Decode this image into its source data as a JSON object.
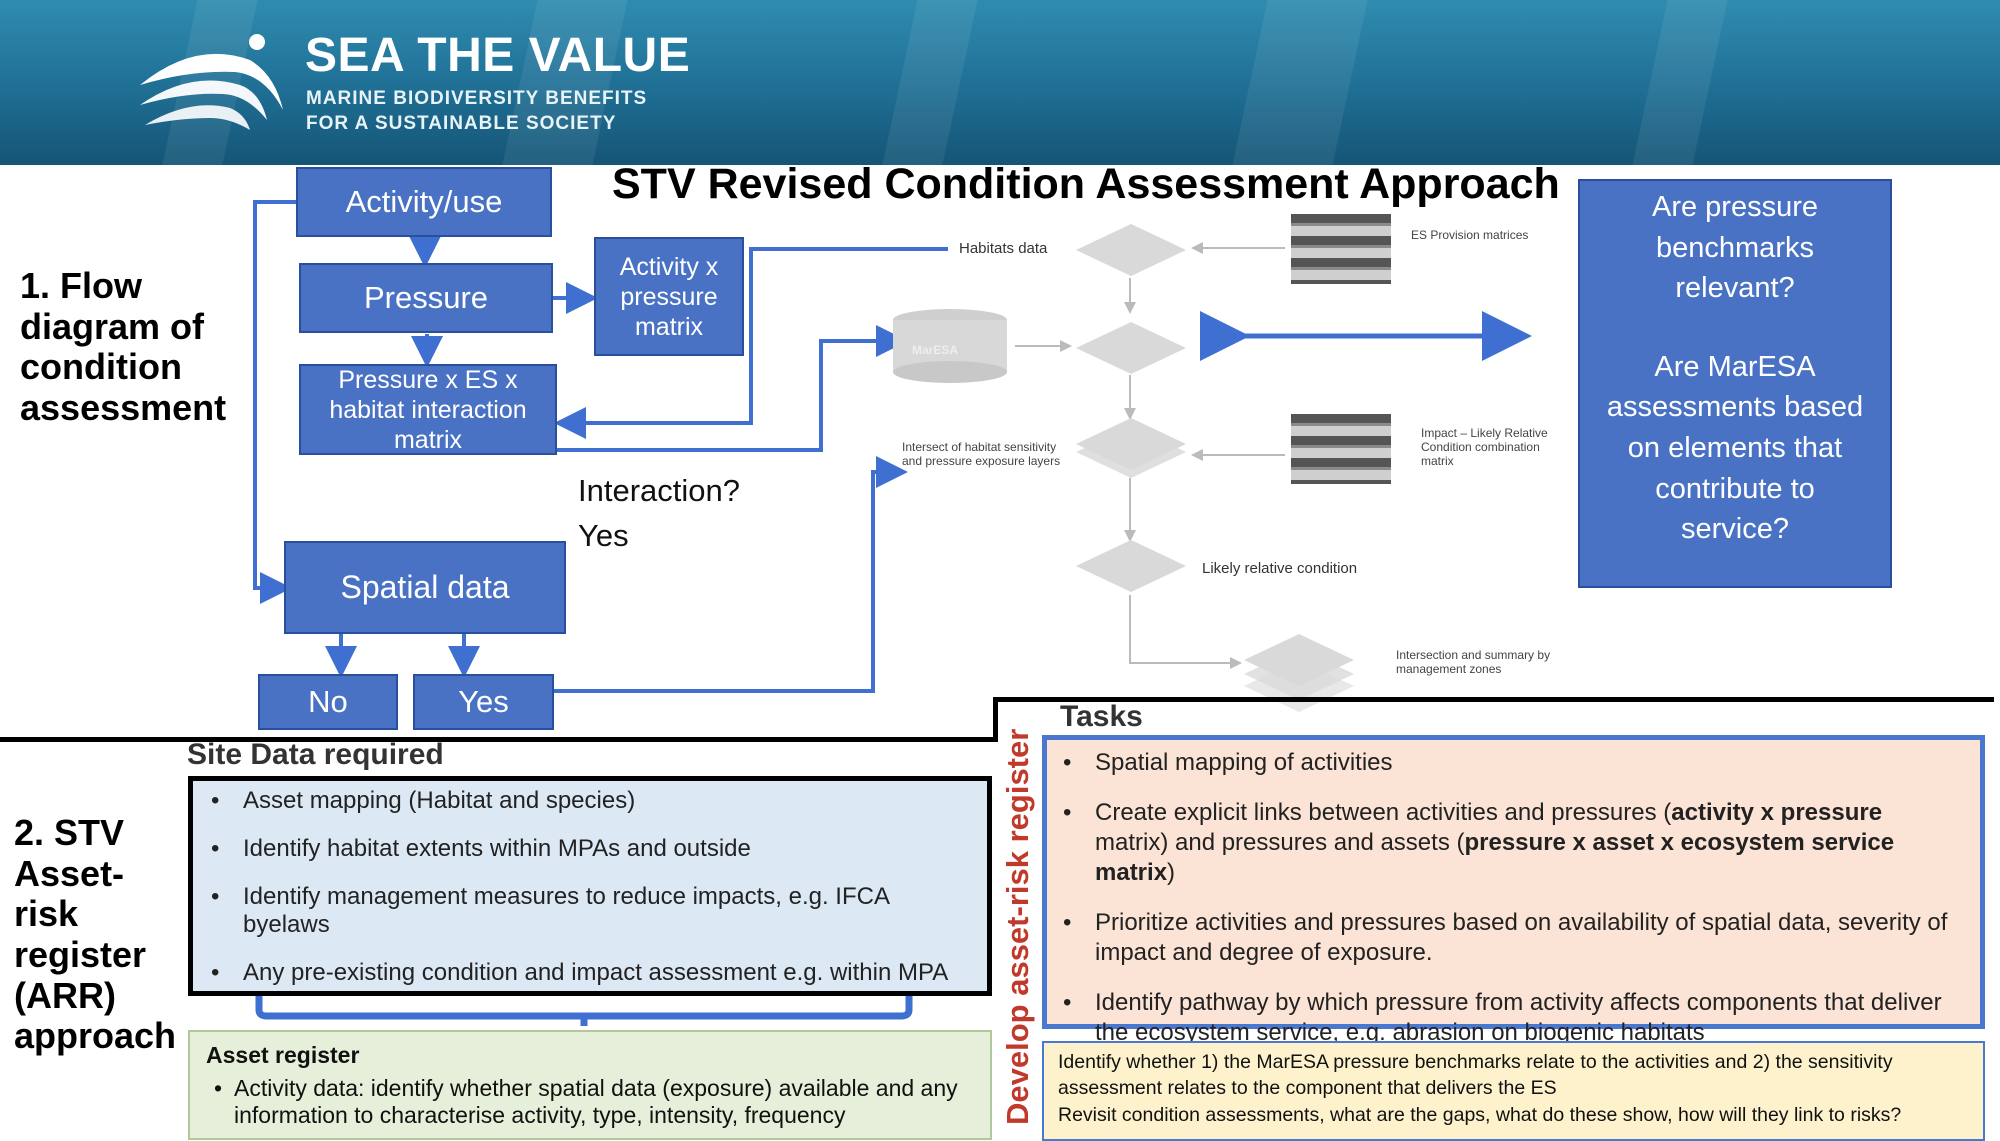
{
  "banner": {
    "brand_title": "SEA THE VALUE",
    "brand_sub1": "MARINE BIODIVERSITY BENEFITS",
    "brand_sub2": "FOR A SUSTAINABLE SOCIETY"
  },
  "title": "STV Revised Condition Assessment Approach",
  "section1_heading": "1. Flow diagram of condition assessment",
  "section2_heading": "2. STV Asset-risk register (ARR) approach",
  "flow": {
    "activity_use": "Activity/use",
    "pressure": "Pressure",
    "activity_pressure_matrix": "Activity x pressure matrix",
    "pressure_es_matrix": "Pressure x ES x habitat interaction matrix",
    "interaction_question": "Interaction?",
    "interaction_yes": "Yes",
    "spatial_data": "Spatial data",
    "no": "No",
    "yes": "Yes"
  },
  "schematic": {
    "habitats_data": "Habitats data",
    "maresa": "MarESA",
    "es_provision": "ES Provision matrices",
    "intersect_label": "Intersect of habitat sensitivity and pressure exposure layers",
    "impact_label": "Impact – Likely Relative Condition combination matrix",
    "likely_condition": "Likely relative condition",
    "intersection_summary": "Intersection and summary by management zones"
  },
  "questions": {
    "q1": "Are pressure benchmarks relevant?",
    "q2": "Are MarESA assessments based on elements that contribute to service?"
  },
  "vertical_label": "Develop asset-risk register",
  "site_data": {
    "title": "Site Data required",
    "items": [
      "Asset mapping (Habitat and species)",
      "Identify habitat extents within MPAs and outside",
      "Identify management measures to reduce impacts, e.g. IFCA byelaws",
      "Any pre-existing condition and impact assessment e.g. within MPA"
    ]
  },
  "asset_register": {
    "title": "Asset register",
    "item": "Activity data: identify whether spatial data (exposure) available and  any information to characterise activity, type, intensity, frequency"
  },
  "tasks": {
    "title": "Tasks",
    "t1": "Spatial mapping of activities",
    "t2a": "Create explicit links between activities and pressures (",
    "t2b": "activity x pressure",
    "t2c": " matrix) and pressures and assets (",
    "t2d": "pressure x asset x ecosystem service matrix",
    "t2e": ")",
    "t3": "Prioritize activities and pressures based on availability of spatial data, severity of impact and degree of exposure.",
    "t4": "Identify pathway by which pressure from activity affects components that deliver the ecosystem service, e.g. abrasion on biogenic habitats"
  },
  "identify_box": {
    "line1": "Identify whether 1) the MarESA pressure benchmarks relate to the activities and 2) the sensitivity assessment relates to the component that delivers the ES",
    "line2": "Revisit condition assessments, what are the gaps, what do these show, how will they link to risks?"
  },
  "colors": {
    "box_blue": "#4a72c4",
    "line_blue": "#3f6fd0",
    "site_fill": "#dde8f5",
    "asset_fill": "#e6efd9",
    "tasks_fill": "#fbe3d5",
    "tasks_border": "#4a77d0",
    "identify_fill": "#fdf2cc",
    "vertical_text": "#c0392b"
  }
}
